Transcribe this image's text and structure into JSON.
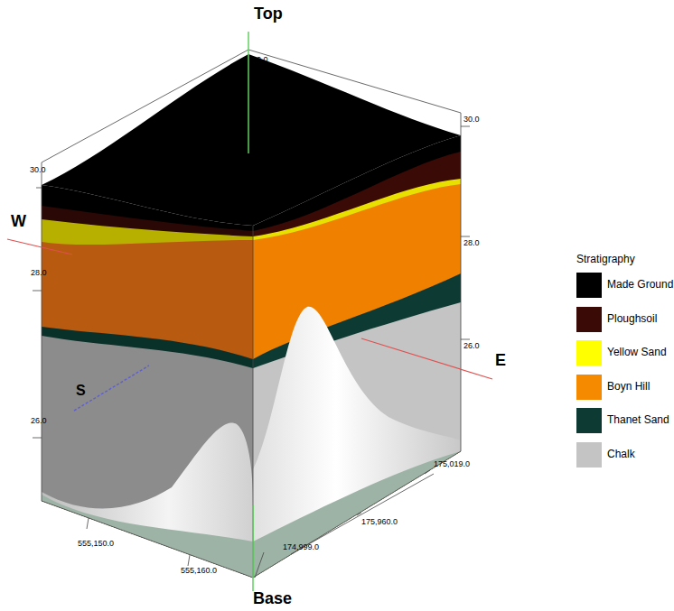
{
  "diagram": {
    "labels": [
      "Top",
      "Base",
      "W",
      "E",
      "S",
      "30.0",
      "30.0",
      "30.0",
      "28.0",
      "28.0",
      "26.0",
      "26.0",
      "555,150.0",
      "555,160.0",
      "174,999.0",
      "175,960.0",
      "175,019.0",
      "Stratigraphy"
    ],
    "legend": [
      {
        "text": "Made Ground",
        "color": "#000000"
      },
      {
        "text": "Ploughsoil",
        "color": "#3a0a06"
      },
      {
        "text": "Yellow Sand",
        "color": "#ffff00"
      },
      {
        "text": "Boyn Hill",
        "color": "#f58a00"
      },
      {
        "text": "Thanet Sand",
        "color": "#0e3a34"
      },
      {
        "text": "Chalk",
        "color": "#c4c4c4"
      }
    ]
  }
}
